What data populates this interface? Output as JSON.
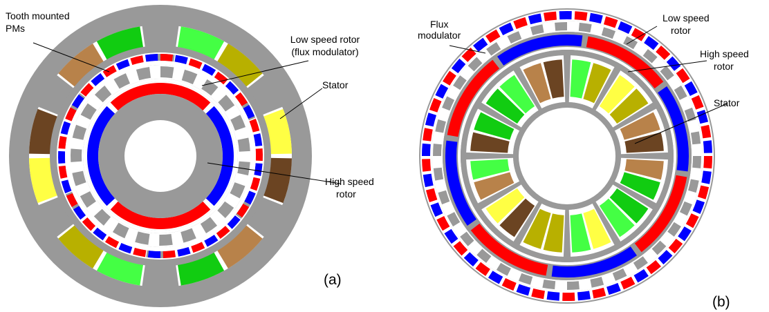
{
  "figures": [
    {
      "id": "a",
      "tag": "(a)",
      "labels": {
        "pms": [
          "Tooth mounted",
          "PMs"
        ],
        "lsr": [
          "Low speed rotor",
          "(flux modulator)"
        ],
        "stator": [
          "Stator"
        ],
        "hsr": [
          "High speed",
          "rotor"
        ]
      }
    },
    {
      "id": "b",
      "tag": "(b)",
      "labels": {
        "flux": [
          "Flux",
          "modulator"
        ],
        "lsr": [
          "Low speed",
          "rotor"
        ],
        "hsr": [
          "High speed",
          "rotor"
        ],
        "stator": [
          "Stator"
        ]
      }
    }
  ],
  "colors": {
    "iron": "#999999",
    "north_pole": "#ff0000",
    "south_pole": "#0000ff",
    "gap": "#ffffff",
    "coil_light_green": "#44ff44",
    "coil_olive": "#b8b000",
    "coil_yellow": "#ffff44",
    "coil_brown": "#6b4422",
    "coil_tan": "#b8824a",
    "coil_green": "#11cc11"
  },
  "structure": {
    "a": {
      "stator_teeth": 6,
      "coils": [
        "coil_light_green",
        "coil_olive",
        "coil_yellow",
        "coil_brown",
        "coil_tan",
        "coil_green",
        "coil_light_green",
        "coil_olive",
        "coil_yellow",
        "coil_brown",
        "coil_tan",
        "coil_green"
      ],
      "outer_pm_pairs": 21,
      "modulator_pieces": 23,
      "inner_rotor_poles": 4
    },
    "b": {
      "stator_slots": 12,
      "coils": [
        "coil_light_green",
        "coil_olive",
        "coil_yellow",
        "coil_olive",
        "coil_tan",
        "coil_brown",
        "coil_tan",
        "coil_green",
        "coil_green",
        "coil_light_green",
        "coil_yellow",
        "coil_light_green",
        "coil_olive",
        "coil_olive",
        "coil_brown",
        "coil_yellow",
        "coil_tan",
        "coil_light_green",
        "coil_brown",
        "coil_green",
        "coil_green",
        "coil_light_green",
        "coil_tan",
        "coil_brown"
      ],
      "outer_pm_pairs": 29,
      "modulator_pieces": 34,
      "rotor_poles": 8
    }
  }
}
